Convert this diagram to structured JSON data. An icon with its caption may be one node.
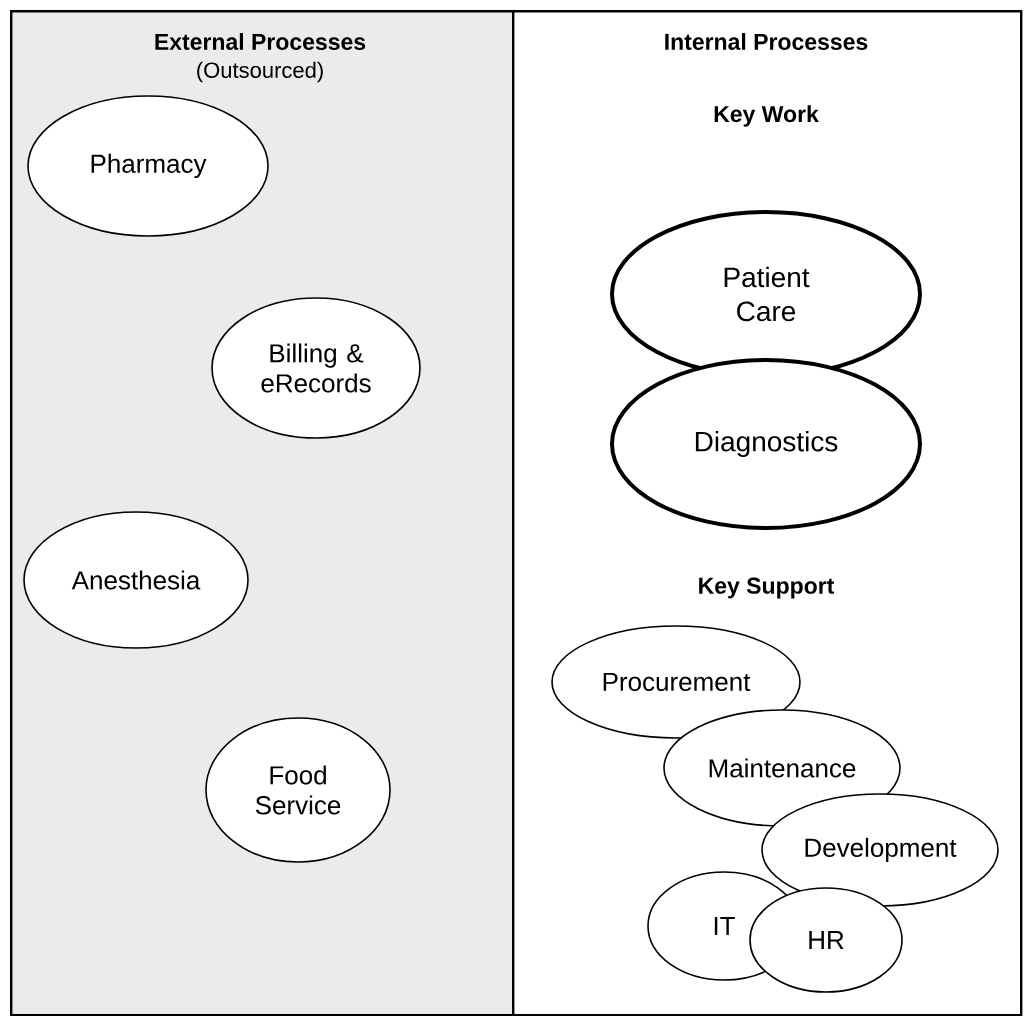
{
  "diagram": {
    "nodes": [
      {
        "text": [
          "External Processes",
          "(Outsourced)"
        ]
      },
      {
        "text": [
          "Internal Processes"
        ]
      },
      {
        "text": [
          "Pharmacy"
        ],
        "in": 0
      },
      {
        "text": [
          "Billing & eRecords"
        ],
        "in": 0
      },
      {
        "text": [
          "Anesthesia"
        ],
        "in": 0
      },
      {
        "text": [
          "Food Service"
        ],
        "in": 0
      },
      {
        "text": [
          "Patient Care"
        ],
        "in": 1
      },
      {
        "text": [
          "Diagnostics"
        ],
        "in": 1
      },
      {
        "text": [
          "Procurement"
        ],
        "in": 1
      },
      {
        "text": [
          "Maintenance"
        ],
        "in": 1
      },
      {
        "text": [
          "Development"
        ],
        "in": 1
      },
      {
        "text": [
          "IT"
        ],
        "in": 1
      },
      {
        "text": [
          "HR"
        ],
        "in": 1
      }
    ],
    "labels": [
      "Key Work",
      "Key Support"
    ]
  }
}
